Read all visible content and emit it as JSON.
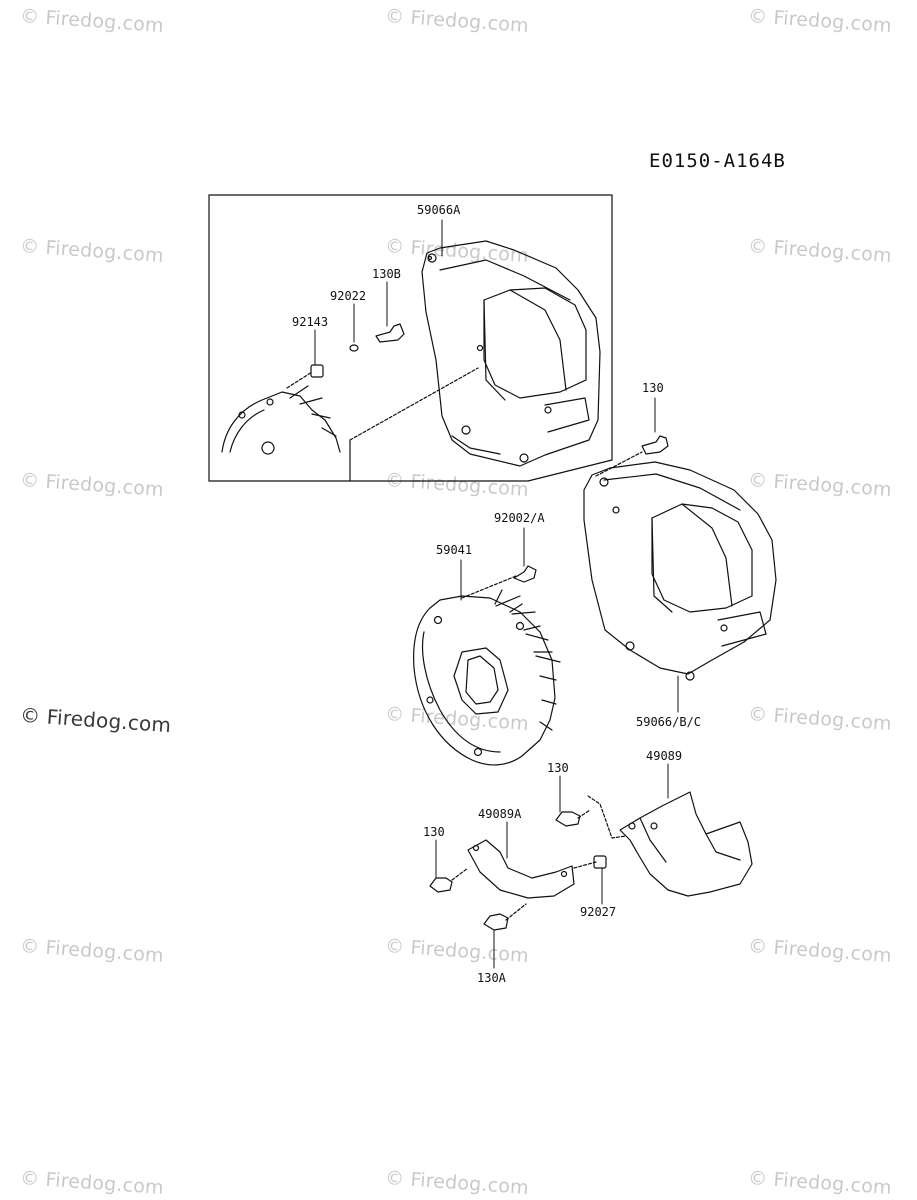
{
  "diagram_code": "E0150-A164B",
  "watermark": {
    "text": "© Firedog.com",
    "main_text": "© Firedog.com"
  },
  "part_labels": {
    "shroud_a": "59066A",
    "bolt_130b": "130B",
    "washer": "92022",
    "collar": "92143",
    "bolt_130_top": "130",
    "bolt_92002": "92002/A",
    "fan": "59041",
    "shroud_bc": "59066/B/C",
    "cover": "49089",
    "bolt_130_mid": "130",
    "bracket": "49089A",
    "bolt_130_left": "130",
    "collar_92027": "92027",
    "bolt_130a": "130A"
  }
}
